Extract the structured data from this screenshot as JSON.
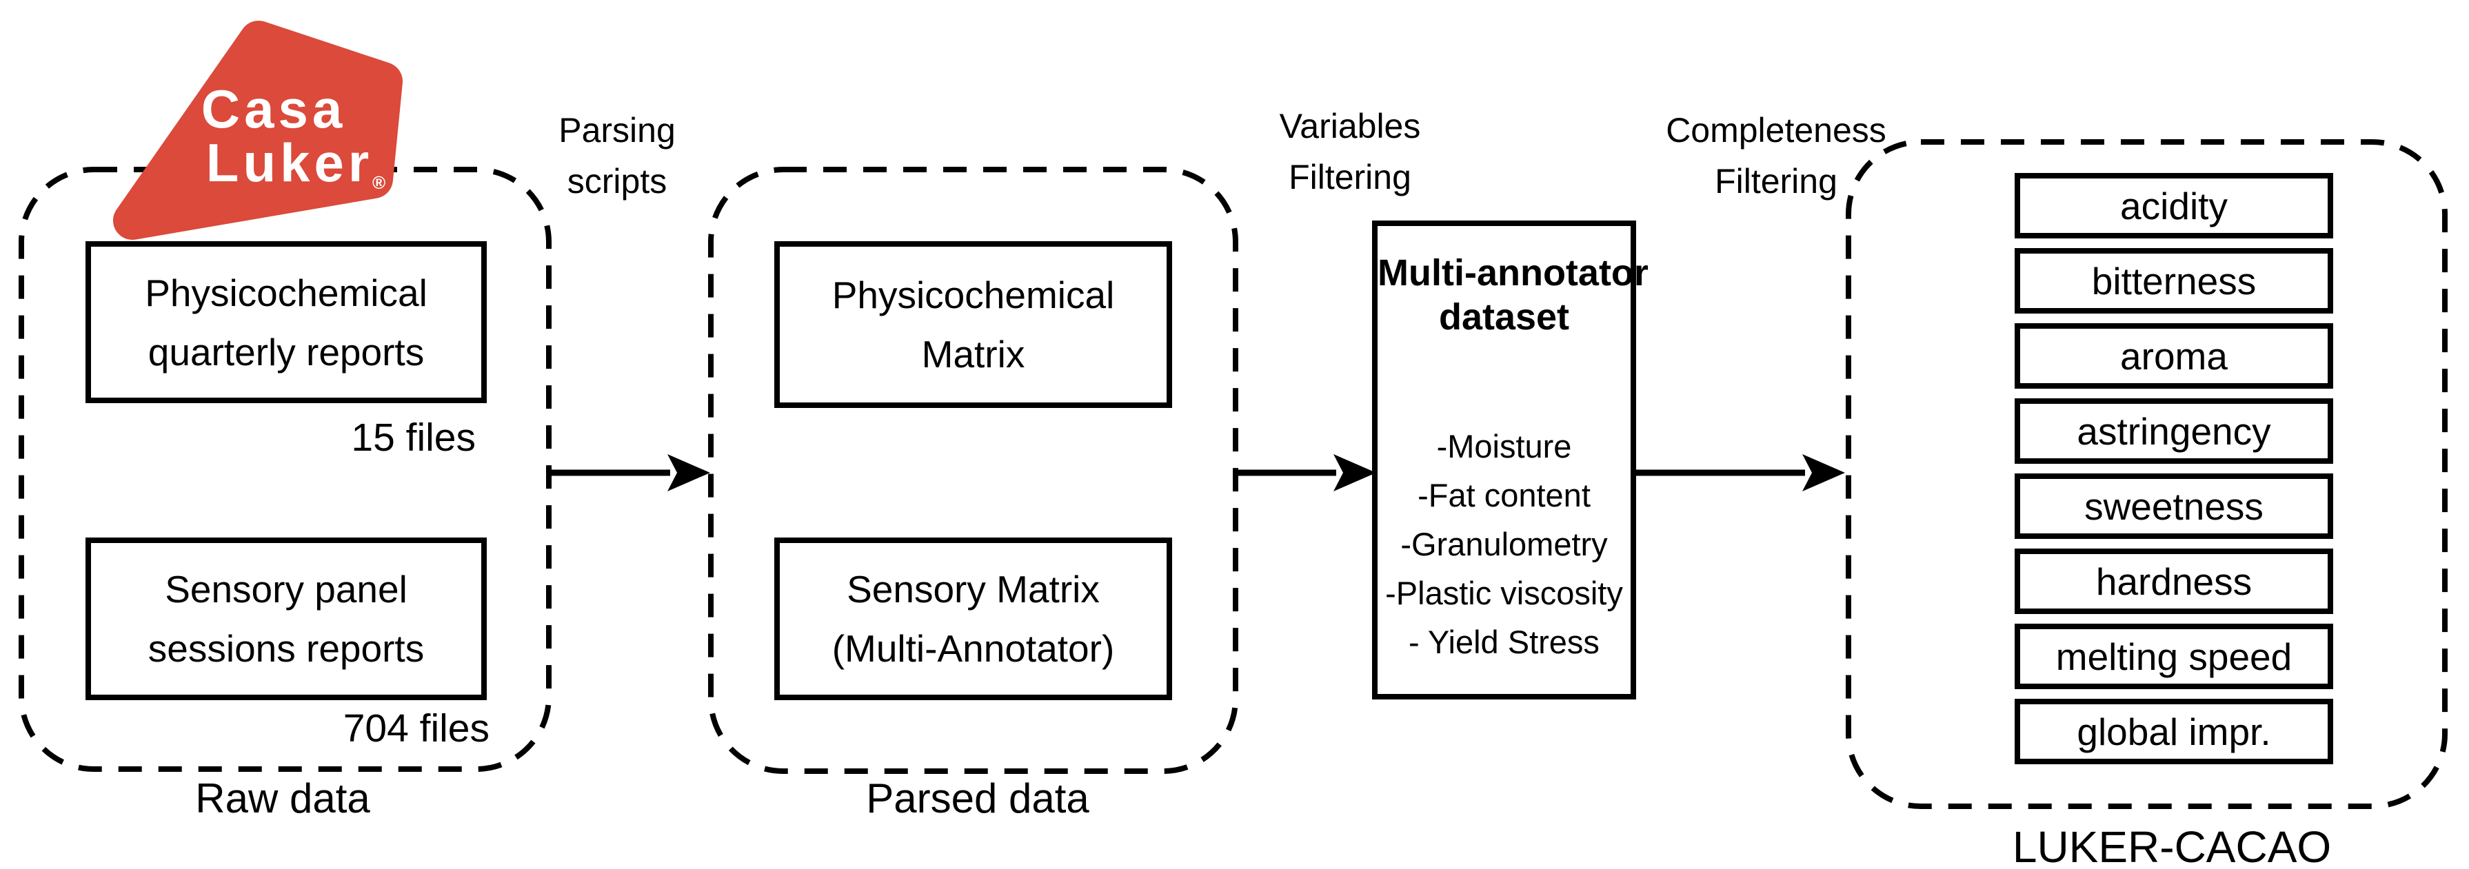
{
  "canvas": {
    "background": "#ffffff",
    "ink": "#000000"
  },
  "logo": {
    "name": "CasaLuker logo",
    "line1": "Casa",
    "line2": "Luker",
    "registered": "®",
    "color": "#db4a3a",
    "text_color": "#ffffff"
  },
  "raw_group": {
    "caption": "Raw data",
    "box1": {
      "line1": "Physicochemical",
      "line2": "quarterly reports",
      "count": "15 files"
    },
    "box2": {
      "line1": "Sensory panel",
      "line2": "sessions reports",
      "count": "704 files"
    }
  },
  "arrow1": {
    "label_line1": "Parsing",
    "label_line2": "scripts"
  },
  "parsed_group": {
    "caption": "Parsed data",
    "box1": {
      "line1": "Physicochemical",
      "line2": "Matrix"
    },
    "box2": {
      "line1": "Sensory Matrix",
      "line2": "(Multi-Annotator)"
    }
  },
  "arrow2": {
    "label_line1": "Variables",
    "label_line2": "Filtering"
  },
  "dataset_box": {
    "title_line1": "Multi-annotator",
    "title_line2": "dataset",
    "items": [
      "-Moisture",
      "-Fat content",
      "-Granulometry",
      "-Plastic viscosity",
      "- Yield Stress"
    ]
  },
  "arrow3": {
    "label_line1": "Completeness",
    "label_line2": "Filtering"
  },
  "luker_group": {
    "caption": "LUKER-CACAO",
    "attributes": [
      "acidity",
      "bitterness",
      "aroma",
      "astringency",
      "sweetness",
      "hardness",
      "melting speed",
      "global impr."
    ]
  }
}
